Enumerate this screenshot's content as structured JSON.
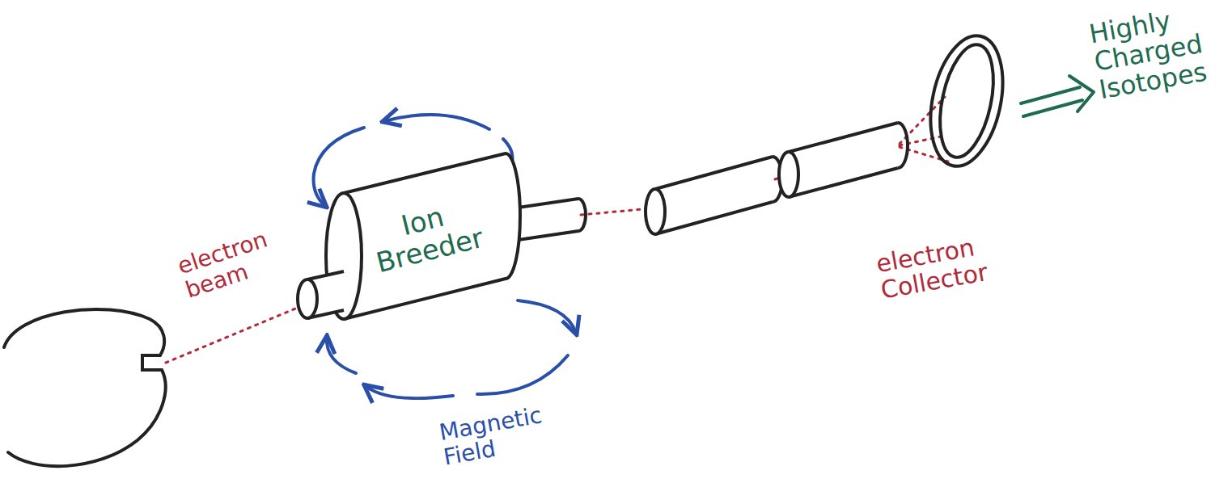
{
  "diagram": {
    "nodes": [
      {
        "text": [
          "Ion Breeder"
        ]
      }
    ],
    "labels": [
      "electron beam",
      "Magnetic Field",
      "electron Collector",
      "Highly Charged Isotopes"
    ]
  }
}
